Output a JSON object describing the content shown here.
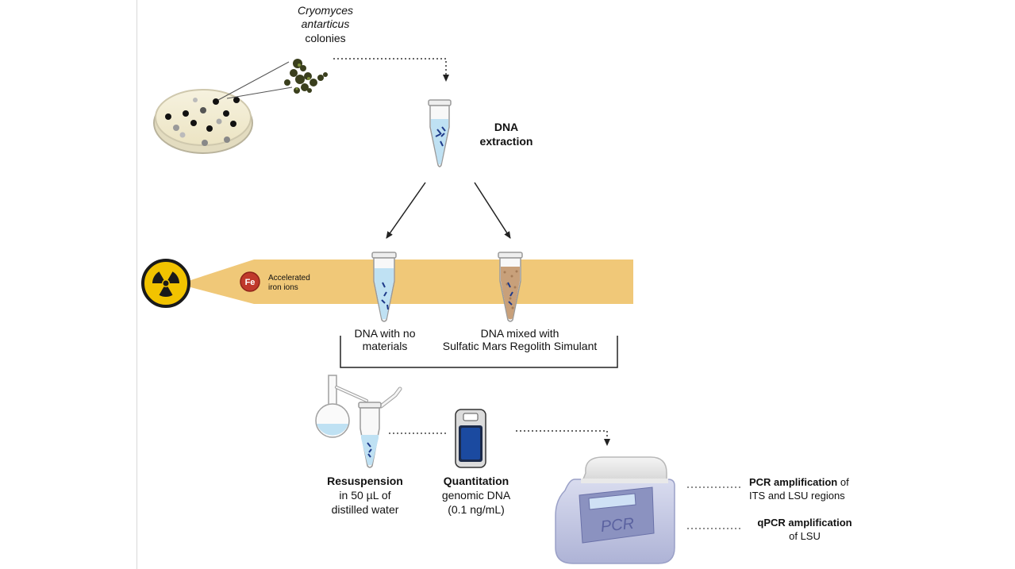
{
  "labels": {
    "organism_line1": "Cryomyces",
    "organism_line2": "antarticus",
    "organism_line3": "colonies",
    "dna_extraction_line1": "DNA",
    "dna_extraction_line2": "extraction",
    "iron_symbol": "Fe",
    "iron_ions_line1": "Accelerated",
    "iron_ions_line2": "iron ions",
    "no_materials_line1": "DNA with no",
    "no_materials_line2": "materials",
    "mixed_line1": "DNA mixed with",
    "mixed_line2": "Sulfatic Mars Regolith Simulant",
    "resuspension_line1": "Resuspension",
    "resuspension_line2": "in 50 µL of",
    "resuspension_line3": "distilled water",
    "quantitation_line1": "Quantitation",
    "quantitation_line2": "genomic DNA",
    "quantitation_line3": "(0.1 ng/mL)",
    "pcr_bold": "PCR amplification",
    "pcr_rest": " of",
    "pcr_line2": "ITS and  LSU regions",
    "qpcr_bold": "qPCR amplification",
    "qpcr_line2": "of LSU",
    "machine_label": "PCR"
  },
  "icons": [
    "petri-dish-icon",
    "fungal-colony-icon",
    "microtube-icon",
    "radiation-hazard-icon",
    "iron-ion-icon",
    "round-bottom-flask-icon",
    "spectrophotometer-icon",
    "thermal-cycler-icon"
  ],
  "colors": {
    "beam": "#f0c878",
    "beam_edge": "#e4b560",
    "radiation_yellow": "#f2c300",
    "fe_circle": "#c0392b",
    "tube_liquid": "#bfe1f3",
    "regolith": "#c8a07a",
    "machine_body": "#c7cbe5",
    "device_screen": "#1b4aa0"
  }
}
